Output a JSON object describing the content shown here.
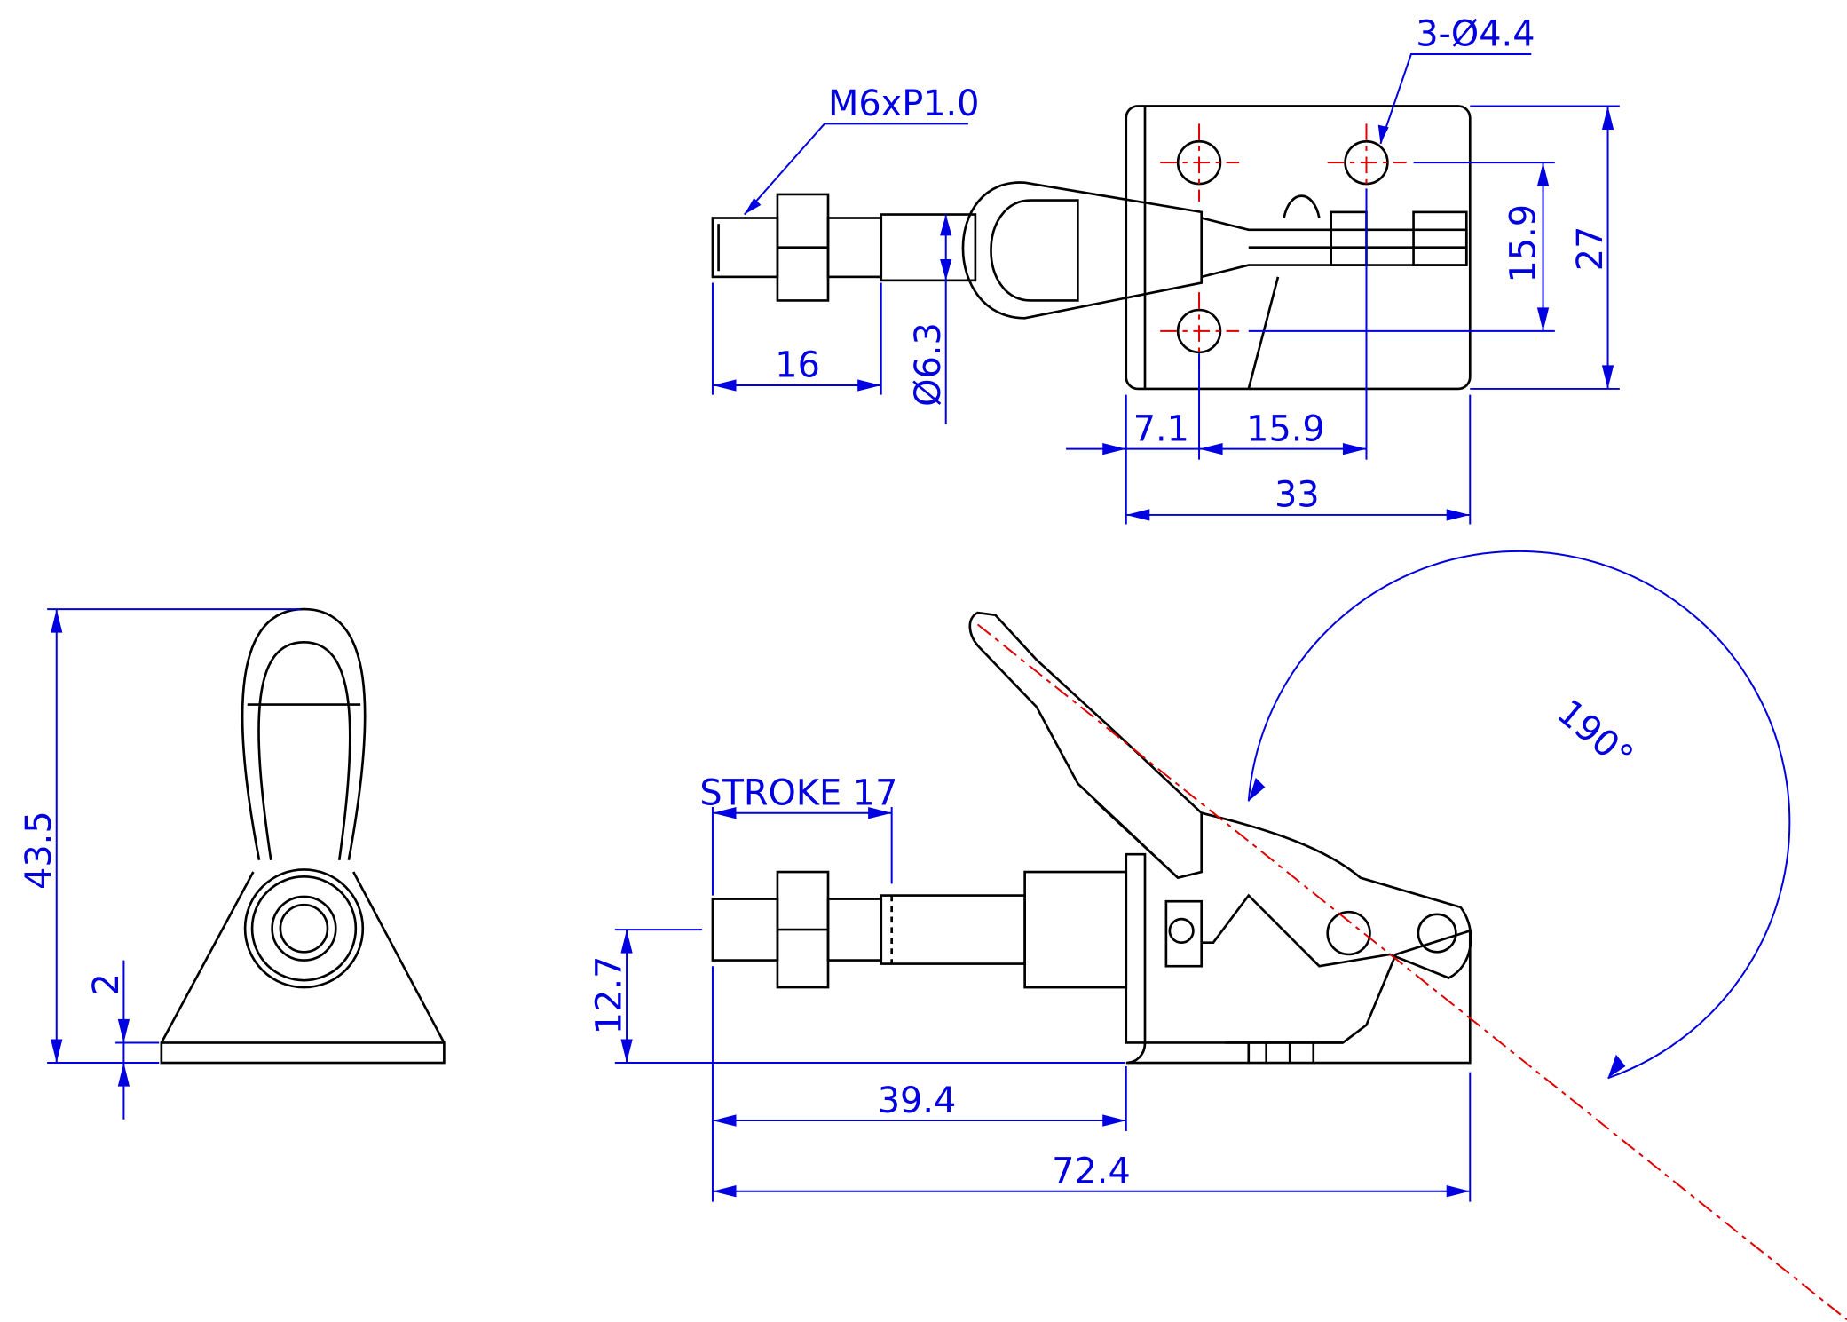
{
  "drawing": {
    "title": "Push-pull toggle clamp dimension drawing",
    "colors": {
      "outline": "#000000",
      "dimension": "#0000e0",
      "centerline": "#e00000"
    },
    "top_view": {
      "thread_callout": "M6xP1.0",
      "hole_callout": "3-Ø4.4",
      "dims": {
        "thread_length": "16",
        "rod_diameter": "Ø6.3",
        "hole_offset": "7.1",
        "hole_spacing_x": "15.9",
        "hole_spacing_y": "15.9",
        "base_width": "27",
        "base_length": "33"
      }
    },
    "side_view": {
      "dims": {
        "stroke": "STROKE 17",
        "rod_height": "12.7",
        "rod_to_base": "39.4",
        "overall_length": "72.4",
        "handle_angle": "190°"
      }
    },
    "end_view": {
      "dims": {
        "overall_height": "43.5",
        "base_thickness": "2"
      }
    }
  }
}
